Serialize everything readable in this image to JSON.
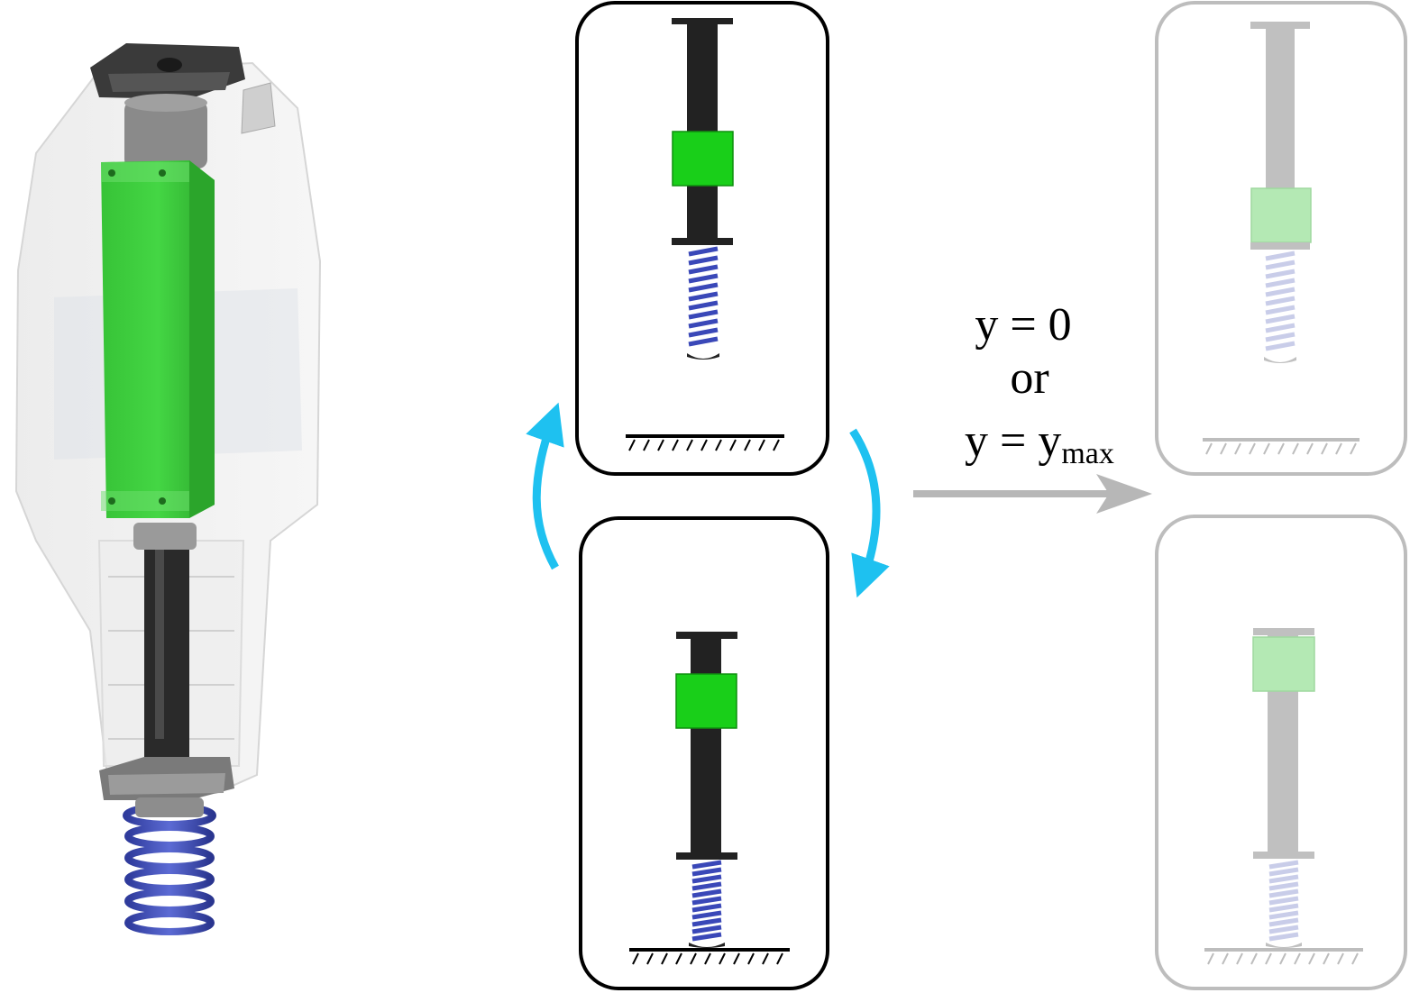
{
  "condition": {
    "line1": "y = 0",
    "line2": "or",
    "line3_prefix": "y = y",
    "line3_subscript": "max"
  },
  "colors": {
    "carriage_green": "#19cf19",
    "carriage_green_faded": "#b4e9b4",
    "rod_dark": "#222222",
    "rod_faded": "#c0c0c0",
    "spring_blue": "#3a48b8",
    "spring_blue_faded": "#c9cde9",
    "cycle_arrow": "#1ec1f0",
    "transition_arrow": "#b7b7b7",
    "frame_active": "#000000",
    "frame_faded": "#bdbdbd"
  },
  "icons": {
    "cycle_up": "curved-arrow-up-icon",
    "cycle_down": "curved-arrow-down-icon",
    "transition": "arrow-right-icon",
    "ground": "ground-hatch-icon"
  }
}
